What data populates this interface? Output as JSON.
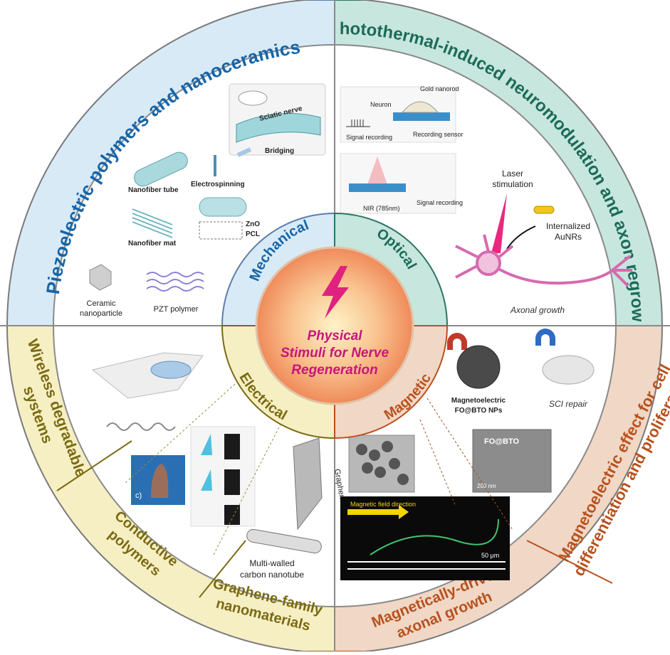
{
  "center": {
    "title_lines": [
      "Physical",
      "Stimuli for Nerve",
      "Regeneration"
    ]
  },
  "quadrants": {
    "mechanical": "Mechanical",
    "optical": "Optical",
    "electrical": "Electrical",
    "magnetic": "Magnetic"
  },
  "outer_ring": {
    "piezo": "Piezoelectric polymers and nanoceramics",
    "photothermal": "Photothermal-induced neuromodulation and axon regrowth",
    "magnetoelectric_lines": [
      "Magnetoelectric effect for cell",
      "differentiation and proliferation"
    ],
    "magnetically_driven_lines": [
      "Magnetically-driven",
      "axonal growth"
    ],
    "graphene_lines": [
      "Graphene-family",
      "nanomaterials"
    ],
    "conductive_lines": [
      "Conductive",
      "polymers"
    ],
    "wireless_lines": [
      "Wireless degradable",
      "systems"
    ]
  },
  "mechanical_panel": {
    "sciatic": "Sciatic nerve",
    "bridging": "Bridging",
    "electrospinning": "Electrospinning",
    "nanofiber_tube": "Nanofiber tube",
    "nanofiber_mat": "Nanofiber mat",
    "zno": "ZnO",
    "pcl": "PCL",
    "ceramic_lines": [
      "Ceramic",
      "nanoparticle"
    ],
    "pzt": "PZT polymer"
  },
  "optical_panel": {
    "gold_nanorod": "Gold nanorod",
    "neuron": "Neuron",
    "signal_recording": "Signal recording",
    "recording_sensor": "Recording sensor",
    "nir": "NIR (785nm)",
    "signal_recording_2": "Signal recording",
    "laser_lines": [
      "Laser",
      "stimulation"
    ],
    "internalized_lines": [
      "Internalized",
      "AuNRs"
    ],
    "axonal_growth": "Axonal growth"
  },
  "magnetic_panel": {
    "fo_lines": [
      "Magnetoelectric",
      "FO@BTO NPs"
    ],
    "sci_repair": "SCI repair",
    "fo_bto": "FO@BTO",
    "scale_200": "200 nm",
    "field_direction": "Magnetic field direction",
    "scale_50": "50 μm"
  },
  "electrical_panel": {
    "graphene": "Graphene",
    "cnt_lines": [
      "Multi-walled",
      "carbon nanotube"
    ],
    "panel_c": "c)"
  },
  "colors": {
    "mechanical_blue": "#1565a8",
    "optical_teal": "#1b6b58",
    "magnetic_brown": "#b7521e",
    "electrical_olive": "#7a6a12",
    "center_pink": "#c8157c"
  }
}
